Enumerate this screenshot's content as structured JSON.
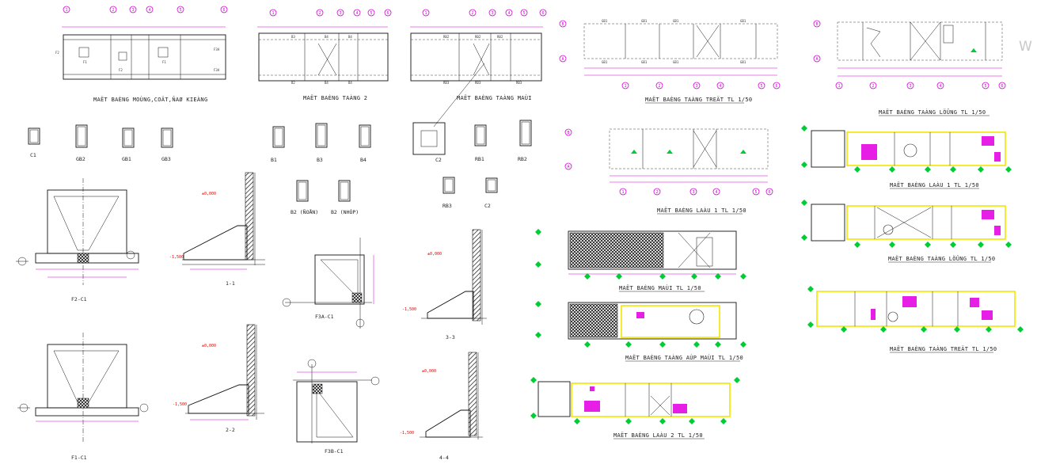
{
  "drawing_titles": {
    "foundation_plan": "MAËT BAÈNG MOÙNG,COÄT,ÑAØ KIEÀNG",
    "floor2_structure": "MAËT BAÈNG TAÀNG 2",
    "roof_structure": "MAËT BAÈNG TAÀNG MAÙI",
    "ground_structure": "MAËT BAÈNG TAÀNG TREÄT  TL 1/50",
    "mezzanine_structure": "MAËT BAÈNG TAÀNG LÖÛNG  TL 1/50",
    "floor1_structure": "MAËT BAÈNG LAÀU 1  TL 1/50",
    "roof_arch": "MAËT BAÈNG MAÙI TL 1/50",
    "roof_floor_arch": "MAËT BAÈNG TAÀNG AÙP MAÙI TL 1/50",
    "floor2_arch": "MAËT BAÈNG LAÀU 2  TL 1/50",
    "floor1_arch": "MAËT BAÈNG LAÀU 1  TL 1/50",
    "mezz_arch": "MAËT BAÈNG TAÀNG LÖÛNG  TL 1/50",
    "ground_arch": "MAËT BAÈNG TAÀNG TREÄT  TL 1/50"
  },
  "section_labels": {
    "c1": "C1",
    "gb2": "GB2",
    "gb1": "GB1",
    "gb3": "GB3",
    "b1": "B1",
    "b3": "B3",
    "b4": "B4",
    "c2": "C2",
    "rb1": "RB1",
    "rb2": "RB2",
    "b2_doan": "B2 (ÑOÅN)",
    "b2_nhip": "B2 (NHÒP)",
    "rb3": "RB3",
    "c2b": "C2",
    "f2_c1": "F2-C1",
    "f1_c1": "F1-C1",
    "s11": "1-1",
    "s22": "2-2",
    "s33": "3-3",
    "s44": "4-4",
    "f3a_c1": "F3A-C1",
    "f3b_c1": "F3B-C1"
  },
  "grid_numbers": [
    "1",
    "2",
    "3",
    "4",
    "5",
    "6"
  ],
  "grid_letters": [
    "A",
    "B"
  ],
  "level_marks": {
    "plus": "±0,000",
    "minus": "-1,500"
  },
  "watermark_letter": "W"
}
